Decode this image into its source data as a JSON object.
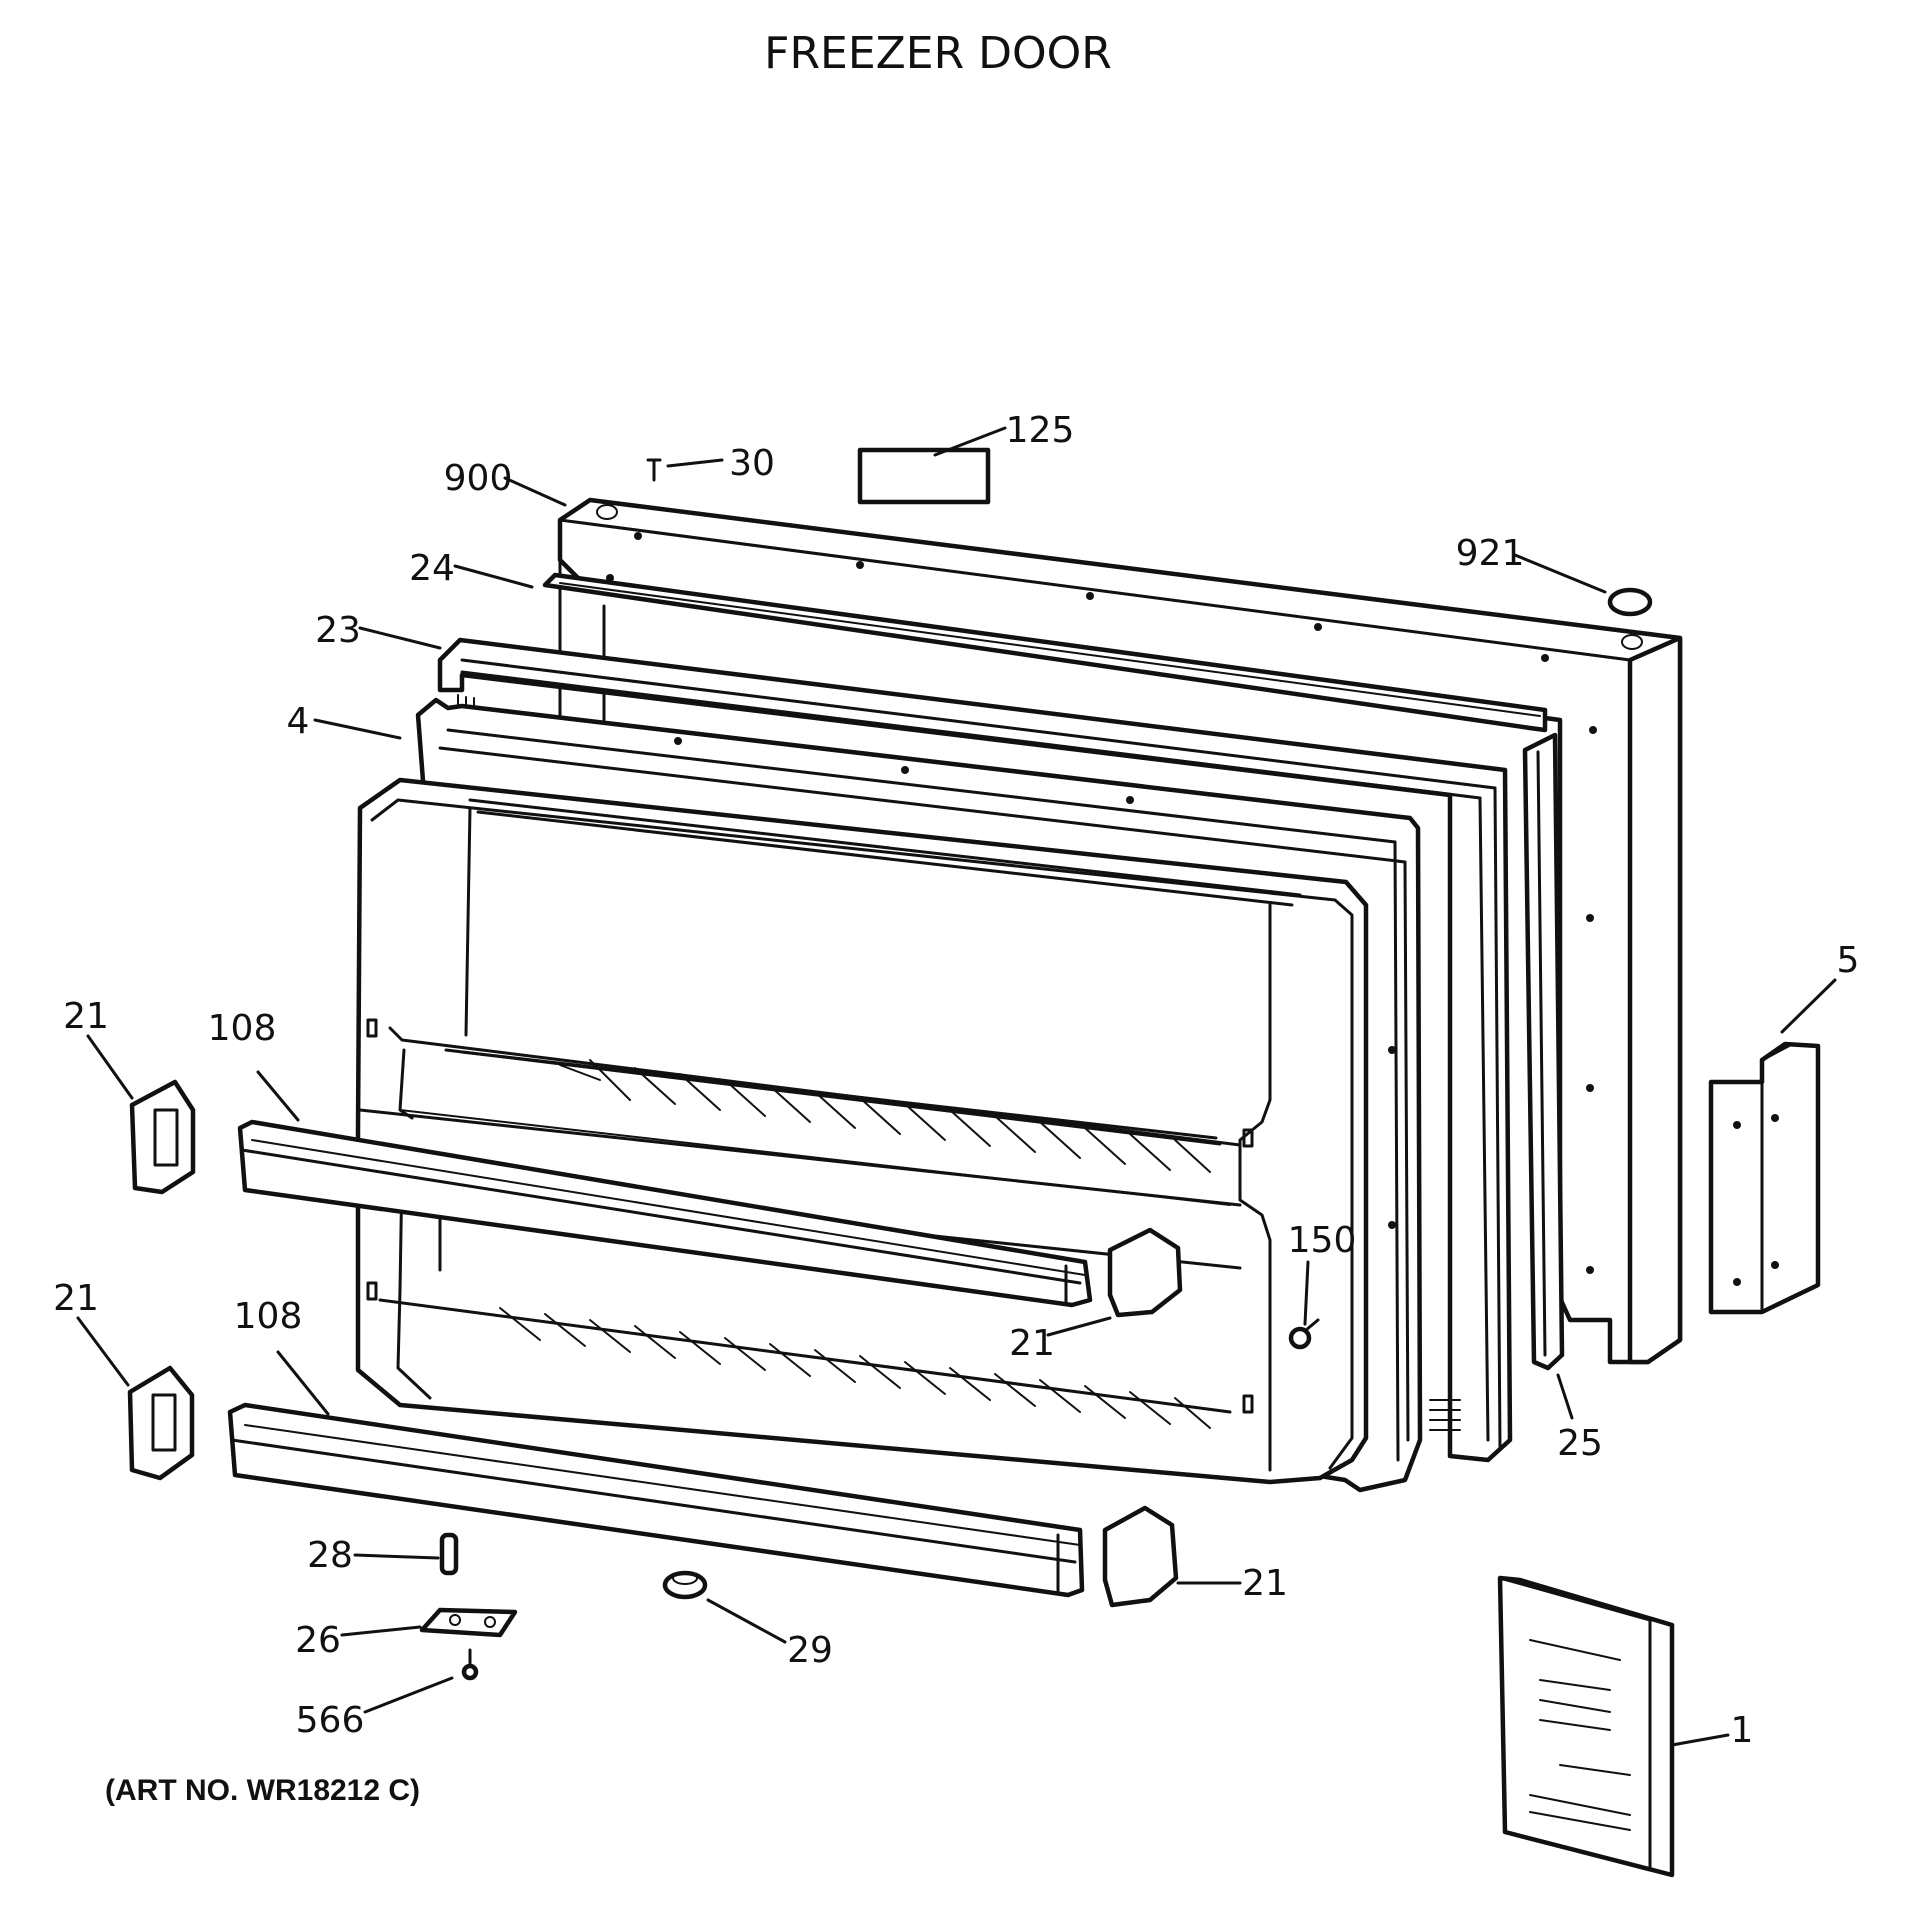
{
  "title": "FREEZER DOOR",
  "art_number": "(ART NO. WR18212 C)",
  "parts": {
    "p900": "900",
    "p30": "30",
    "p125": "125",
    "p921": "921",
    "p24": "24",
    "p23": "23",
    "p4": "4",
    "p5": "5",
    "p21_upper_left": "21",
    "p108_upper": "108",
    "p21_lower_left": "21",
    "p108_lower": "108",
    "p150": "150",
    "p21_mid_right": "21",
    "p25": "25",
    "p28": "28",
    "p26": "26",
    "p566": "566",
    "p29": "29",
    "p21_bottom_right": "21",
    "p1": "1"
  }
}
